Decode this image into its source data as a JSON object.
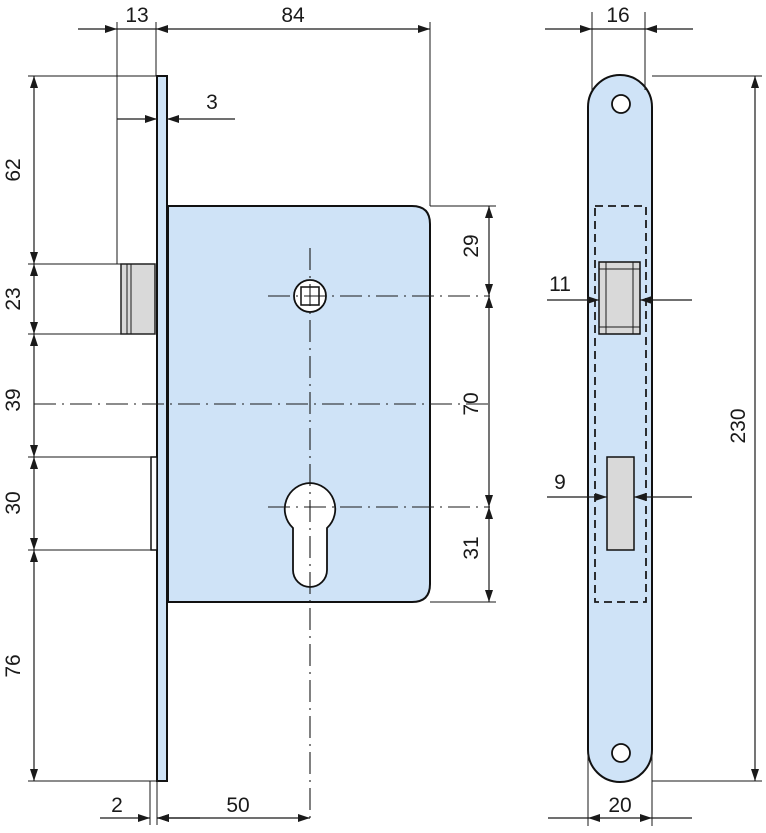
{
  "dimensions": {
    "top_backset_13": "13",
    "top_body_84": "84",
    "plate_thickness_3": "3",
    "left_62": "62",
    "left_23": "23",
    "left_39": "39",
    "left_30": "30",
    "left_76": "76",
    "bottom_2": "2",
    "bottom_backset_50": "50",
    "right_29": "29",
    "right_70": "70",
    "right_31": "31",
    "front_width_16": "16",
    "front_bolt_11": "11",
    "front_latch_9": "9",
    "front_height_230": "230",
    "front_width_20": "20"
  },
  "colors": {
    "body_fill": "#cfe3f7",
    "stroke": "#111111",
    "bolt_fill": "#d9d9d9"
  }
}
